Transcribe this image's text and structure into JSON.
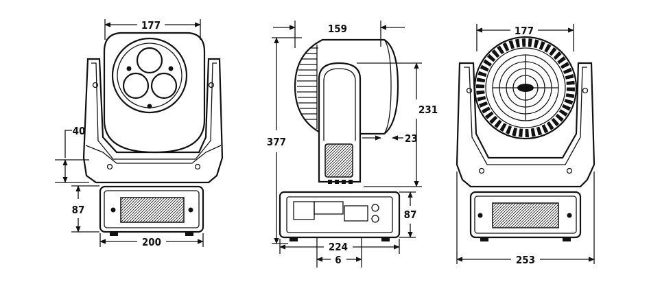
{
  "dimensions": {
    "front_width_top": "177",
    "front_lens_offset": "40",
    "front_base_height": "87",
    "front_base_width": "200",
    "side_head_depth": "159",
    "side_total_height": "377",
    "side_head_height": "231",
    "side_small_offset": "23",
    "side_base_height": "87",
    "side_base_width": "224",
    "side_center_offset": "6",
    "back_width_top": "177",
    "back_overall_width": "253"
  },
  "views": [
    "front-view",
    "side-view",
    "back-view"
  ]
}
